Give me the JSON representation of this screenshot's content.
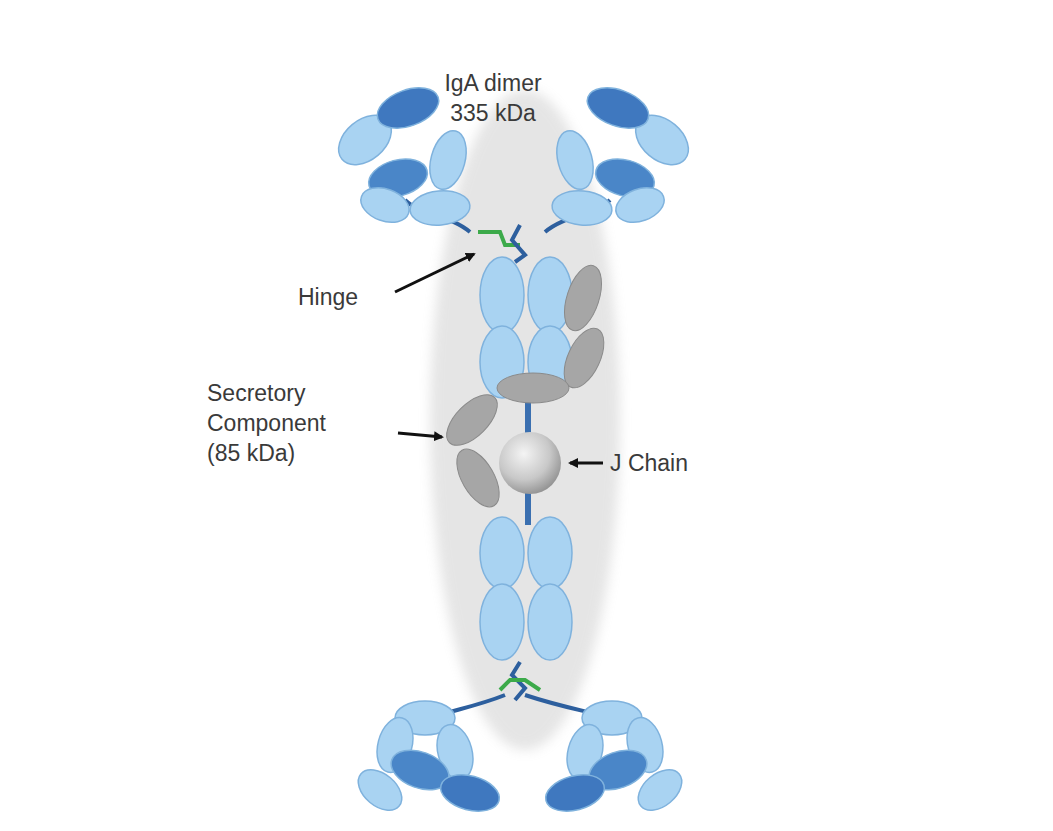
{
  "diagram": {
    "title": "IgA dimer 335 kDa",
    "labels": [
      "Hinge",
      "Secretory Component (85 kDa)",
      "J Chain"
    ]
  }
}
